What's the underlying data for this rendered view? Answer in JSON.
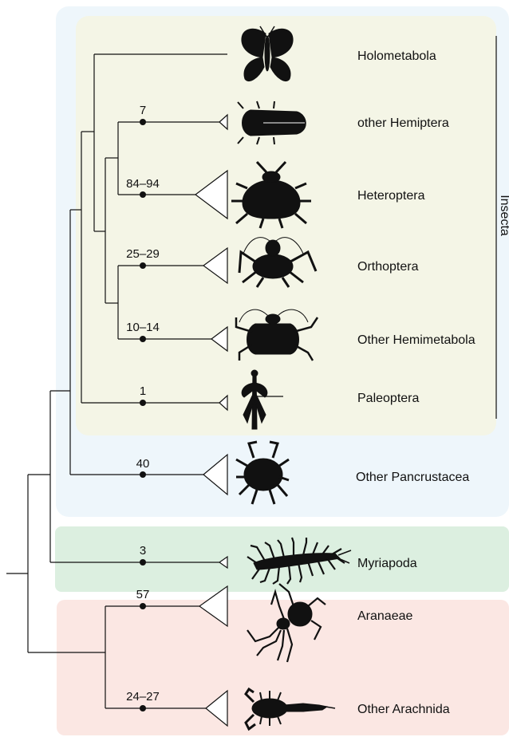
{
  "figure": {
    "clade_label": "Insecta",
    "taxa": [
      {
        "id": "holometabola",
        "label": "Holometabola",
        "count": "",
        "icon": "butterfly-icon"
      },
      {
        "id": "other-hemiptera",
        "label": "other Hemiptera",
        "count": "7",
        "icon": "cicada-icon"
      },
      {
        "id": "heteroptera",
        "label": "Heteroptera",
        "count": "84–94",
        "icon": "shield-bug-icon"
      },
      {
        "id": "orthoptera",
        "label": "Orthoptera",
        "count": "25–29",
        "icon": "cricket-icon"
      },
      {
        "id": "other-hemimetabola",
        "label": "Other Hemimetabola",
        "count": "10–14",
        "icon": "cockroach-icon"
      },
      {
        "id": "paleoptera",
        "label": "Paleoptera",
        "count": "1",
        "icon": "dragonfly-icon"
      },
      {
        "id": "other-pancrustacea",
        "label": "Other Pancrustacea",
        "count": "40",
        "icon": "crab-icon"
      },
      {
        "id": "myriapoda",
        "label": "Myriapoda",
        "count": "3",
        "icon": "centipede-icon"
      },
      {
        "id": "aranaeae",
        "label": "Aranaeae",
        "count": "57",
        "icon": "spider-icon"
      },
      {
        "id": "other-arachnida",
        "label": "Other Arachnida",
        "count": "24–27",
        "icon": "scorpion-icon"
      }
    ],
    "colors": {
      "pancrustacea_bg": "#eef6fb",
      "insecta_bg": "#f4f5e6",
      "myriapoda_bg": "#dcefe0",
      "arachnida_bg": "#fbe7e3",
      "line": "#111111"
    }
  }
}
